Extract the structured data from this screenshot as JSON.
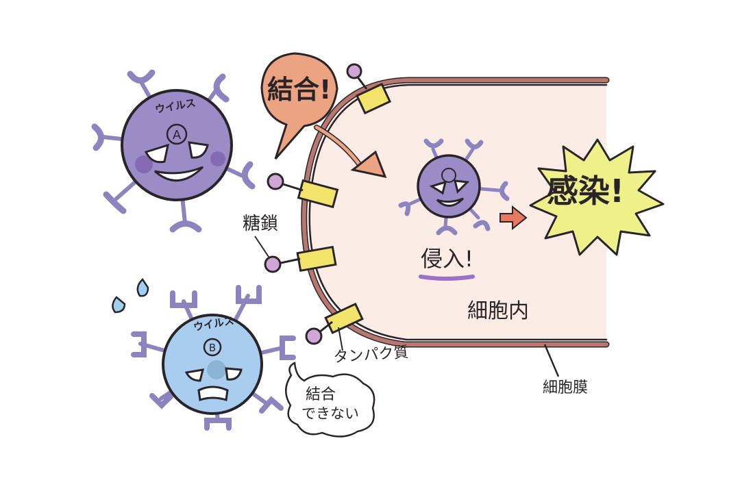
{
  "labels": {
    "binding": "結合!",
    "infection": "感染!",
    "invasion": "侵入!",
    "cell_interior": "細胞内",
    "sugar_chain": "糖鎖",
    "protein": "タンパク質",
    "cell_membrane": "細胞膜",
    "cannot_bind_line1": "結合",
    "cannot_bind_line2": "できない",
    "virus_a": "ウイルス",
    "virus_a_letter": "A",
    "virus_b": "ウイルス",
    "virus_b_letter": "B"
  },
  "colors": {
    "virus_a": "#9b8cc8",
    "virus_b": "#a9cdee",
    "spike": "#8c84bf",
    "membrane": "#b9786e",
    "cell_fill": "#fbece6",
    "protein": "#f2e46a",
    "sugar_chain": "#cfa6d6",
    "bubble": "#eba382",
    "burst": "#eef18a",
    "arrow": "#e9795c",
    "outline": "#2a2328",
    "drop": "#9fd0ef"
  }
}
